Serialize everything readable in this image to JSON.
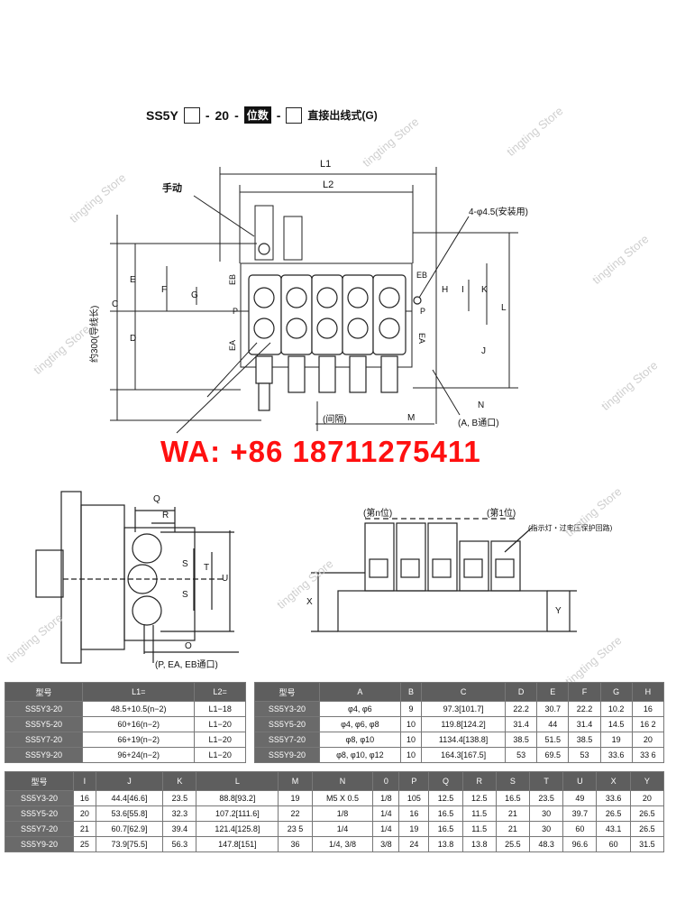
{
  "header": {
    "prefix": "SS5Y",
    "dash1": "-",
    "port": "20",
    "dash2": "-",
    "stations_label": "位数",
    "dash3": "-",
    "wiring_label": "直接出线式(G)"
  },
  "drawing_labels": {
    "l1": "L1",
    "l2": "L2",
    "manual": "手动",
    "mounting": "4-φ4.5(安装用)",
    "c": "C",
    "e": "E",
    "f": "F",
    "g": "G",
    "d": "D",
    "eb": "EB",
    "p": "P",
    "ea": "EA",
    "h": "H",
    "i": "I",
    "k": "K",
    "l": "L",
    "j": "J",
    "cable": "约300(导线长)",
    "spacing": "(间隔)",
    "m": "M",
    "n": "N",
    "ab_port": "(A, B通口)",
    "q": "Q",
    "r": "R",
    "s1": "S",
    "s2": "S",
    "t": "T",
    "u": "U",
    "o": "O",
    "o_note": "(P, EA, EB通口)",
    "nth": "(第n位)",
    "first": "(第1位)",
    "indicator": "(指示灯・过电压保护回路)",
    "x": "X",
    "y": "Y"
  },
  "contact": "WA: +86 18711275411",
  "watermark": "tingting Store",
  "table1": {
    "headers": [
      "型号",
      "L1=",
      "L2="
    ],
    "rows": [
      [
        "SS5Y3-20",
        "48.5+10.5(n−2)",
        "L1−18"
      ],
      [
        "SS5Y5-20",
        "60+16(n−2)",
        "L1−20"
      ],
      [
        "SS5Y7-20",
        "66+19(n−2)",
        "L1−20"
      ],
      [
        "SS5Y9-20",
        "96+24(n−2)",
        "L1−20"
      ]
    ]
  },
  "table2": {
    "headers": [
      "型号",
      "A",
      "B",
      "C",
      "D",
      "E",
      "F",
      "G",
      "H"
    ],
    "rows": [
      [
        "SS5Y3-20",
        "φ4, φ6",
        "9",
        "97.3[101.7]",
        "22.2",
        "30.7",
        "22.2",
        "10.2",
        "16"
      ],
      [
        "SS5Y5-20",
        "φ4, φ6, φ8",
        "10",
        "119.8[124.2]",
        "31.4",
        "44",
        "31.4",
        "14.5",
        "16 2"
      ],
      [
        "SS5Y7-20",
        "φ8, φ10",
        "10",
        "1134.4[138.8]",
        "38.5",
        "51.5",
        "38.5",
        "19",
        "20"
      ],
      [
        "SS5Y9-20",
        "φ8, φ10, φ12",
        "10",
        "164.3[167.5]",
        "53",
        "69.5",
        "53",
        "33.6",
        "33 6"
      ]
    ]
  },
  "table3": {
    "headers": [
      "型号",
      "I",
      "J",
      "K",
      "L",
      "M",
      "N",
      "0",
      "P",
      "Q",
      "R",
      "S",
      "T",
      "U",
      "X",
      "Y"
    ],
    "rows": [
      [
        "SS5Y3-20",
        "16",
        "44.4[46.6]",
        "23.5",
        "88.8[93.2]",
        "19",
        "M5 X 0.5",
        "1/8",
        "105",
        "12.5",
        "12.5",
        "16.5",
        "23.5",
        "49",
        "33.6",
        "20"
      ],
      [
        "SS5Y5-20",
        "20",
        "53.6[55.8]",
        "32.3",
        "107.2[111.6]",
        "22",
        "1/8",
        "1/4",
        "16",
        "16.5",
        "11.5",
        "21",
        "30",
        "39.7",
        "26.5",
        "26.5"
      ],
      [
        "SS5Y7-20",
        "21",
        "60.7[62.9]",
        "39.4",
        "121.4[125.8]",
        "23 5",
        "1/4",
        "1/4",
        "19",
        "16.5",
        "11.5",
        "21",
        "30",
        "60",
        "43.1",
        "26.5"
      ],
      [
        "SS5Y9-20",
        "25",
        "73.9[75.5]",
        "56.3",
        "147.8[151]",
        "36",
        "1/4, 3/8",
        "3/8",
        "24",
        "13.8",
        "13.8",
        "25.5",
        "48.3",
        "96.6",
        "60",
        "31.5"
      ]
    ]
  }
}
